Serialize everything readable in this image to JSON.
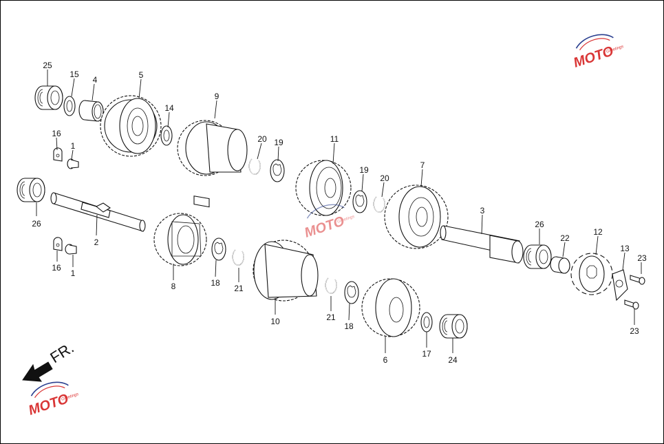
{
  "labels": [
    {
      "id": "25",
      "text": "25"
    },
    {
      "id": "15",
      "text": "15"
    },
    {
      "id": "4",
      "text": "4"
    },
    {
      "id": "5",
      "text": "5"
    },
    {
      "id": "14",
      "text": "14"
    },
    {
      "id": "9",
      "text": "9"
    },
    {
      "id": "20a",
      "text": "20"
    },
    {
      "id": "19a",
      "text": "19"
    },
    {
      "id": "11",
      "text": "11"
    },
    {
      "id": "19b",
      "text": "19"
    },
    {
      "id": "20b",
      "text": "20"
    },
    {
      "id": "7",
      "text": "7"
    },
    {
      "id": "16a",
      "text": "16"
    },
    {
      "id": "1a",
      "text": "1"
    },
    {
      "id": "26a",
      "text": "26"
    },
    {
      "id": "2",
      "text": "2"
    },
    {
      "id": "16b",
      "text": "16"
    },
    {
      "id": "1b",
      "text": "1"
    },
    {
      "id": "8",
      "text": "8"
    },
    {
      "id": "18a",
      "text": "18"
    },
    {
      "id": "21a",
      "text": "21"
    },
    {
      "id": "10",
      "text": "10"
    },
    {
      "id": "21b",
      "text": "21"
    },
    {
      "id": "18b",
      "text": "18"
    },
    {
      "id": "6",
      "text": "6"
    },
    {
      "id": "17",
      "text": "17"
    },
    {
      "id": "24",
      "text": "24"
    },
    {
      "id": "3",
      "text": "3"
    },
    {
      "id": "26b",
      "text": "26"
    },
    {
      "id": "22",
      "text": "22"
    },
    {
      "id": "12",
      "text": "12"
    },
    {
      "id": "13",
      "text": "13"
    },
    {
      "id": "23a",
      "text": "23"
    },
    {
      "id": "23b",
      "text": "23"
    }
  ],
  "direction": {
    "text": "FR."
  },
  "watermark": {
    "text": "MOTO",
    "sub": "Greetings",
    "color": "#d93636",
    "accent": "#2a3f8f"
  }
}
